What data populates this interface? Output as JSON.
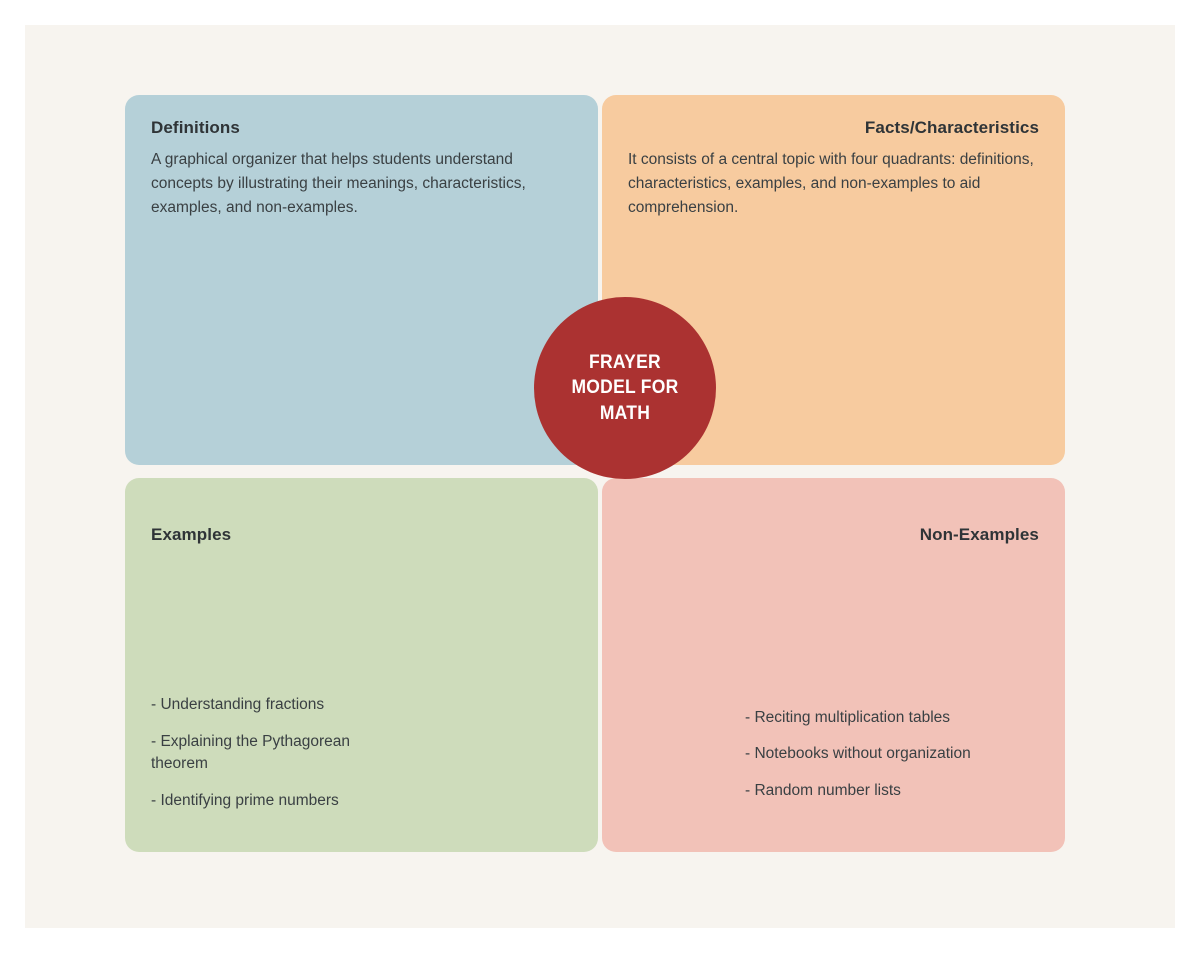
{
  "canvas": {
    "background_color": "#f7f4ef",
    "page_background_color": "#ffffff"
  },
  "center": {
    "label": "FRAYER MODEL FOR MATH",
    "color": "#ab3231",
    "text_color": "#ffffff"
  },
  "quadrants": {
    "top_left": {
      "heading": "Definitions",
      "body": "A graphical organizer that helps students understand concepts by illustrating their meanings, characteristics, examples, and non-examples.",
      "color": "#b5d0d8",
      "align": "left"
    },
    "top_right": {
      "heading": "Facts/Characteristics",
      "body": "It consists of a central topic with four quadrants: definitions, characteristics, examples, and non-examples to aid comprehension.",
      "color": "#f7cb9f",
      "align": "right"
    },
    "bottom_left": {
      "heading": "Examples",
      "color": "#cedcbb",
      "align": "left",
      "items": [
        "- Understanding fractions",
        "- Explaining the Pythagorean theorem",
        "- Identifying prime numbers"
      ]
    },
    "bottom_right": {
      "heading": "Non-Examples",
      "color": "#f2c2b8",
      "align": "right",
      "items": [
        "- Reciting multiplication tables",
        "- Notebooks without organization",
        "- Random number lists"
      ]
    }
  }
}
